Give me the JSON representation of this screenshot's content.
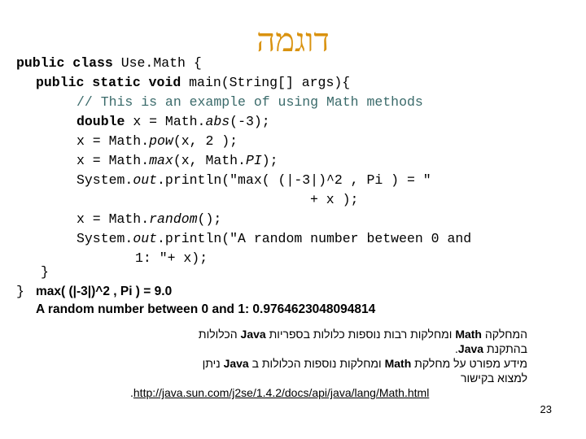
{
  "title": "דוגמה",
  "code": {
    "l1_kw": "public class",
    "l1_rest": " Use.Math {",
    "l2_kw": "public static void",
    "l2_rest": " main(String[] args){",
    "l3_comment": "// This is an example of using Math methods",
    "l4_kw": "double",
    "l4_a": " x = Math.",
    "l4_it": "abs",
    "l4_b": "(-3);",
    "l5_a": "x = Math.",
    "l5_it": "pow",
    "l5_b": "(x, 2 );",
    "l6_a": "x = Math.",
    "l6_it": "max",
    "l6_b": "(x, Math.",
    "l6_it2": "PI",
    "l6_c": ");",
    "l7_a": "System.",
    "l7_it": "out",
    "l7_b": ".println(\"max( (|-3|)^2 , Pi ) = \"",
    "l8": "+ x );",
    "l9_a": "x = Math.",
    "l9_it": "random",
    "l9_b": "();",
    "l10_a": "System.",
    "l10_it": "out",
    "l10_b": ".println(\"A random number between 0 and",
    "l11": "1: \"+ x);",
    "close1": "}",
    "close2": "}"
  },
  "output": {
    "line1": "max( (|-3|)^2 , Pi ) = 9.0",
    "line2": "A random number between 0 and 1: 0.9764623048094814"
  },
  "hebrew": {
    "p1a": "המחלקה ",
    "p1b": "Math",
    "p1c": " ומחלקות רבות נוספות כלולות בספריות ",
    "p1d": "Java",
    "p1e": " הכלולות",
    "p2a": "בהתקנת ",
    "p2b": "Java",
    "p2c": ".",
    "p3a": "מידע מפורט על מחלקת ",
    "p3b": "Math",
    "p3c": " ומחלקות נוספות הכלולות ב ",
    "p3d": "Java",
    "p3e": " ניתן",
    "p4": "למצוא בקישור",
    "link": "http://java.sun.com/j2se/1.4.2/docs/api/java/lang/Math.html",
    "link_end": "."
  },
  "page_number": "23"
}
